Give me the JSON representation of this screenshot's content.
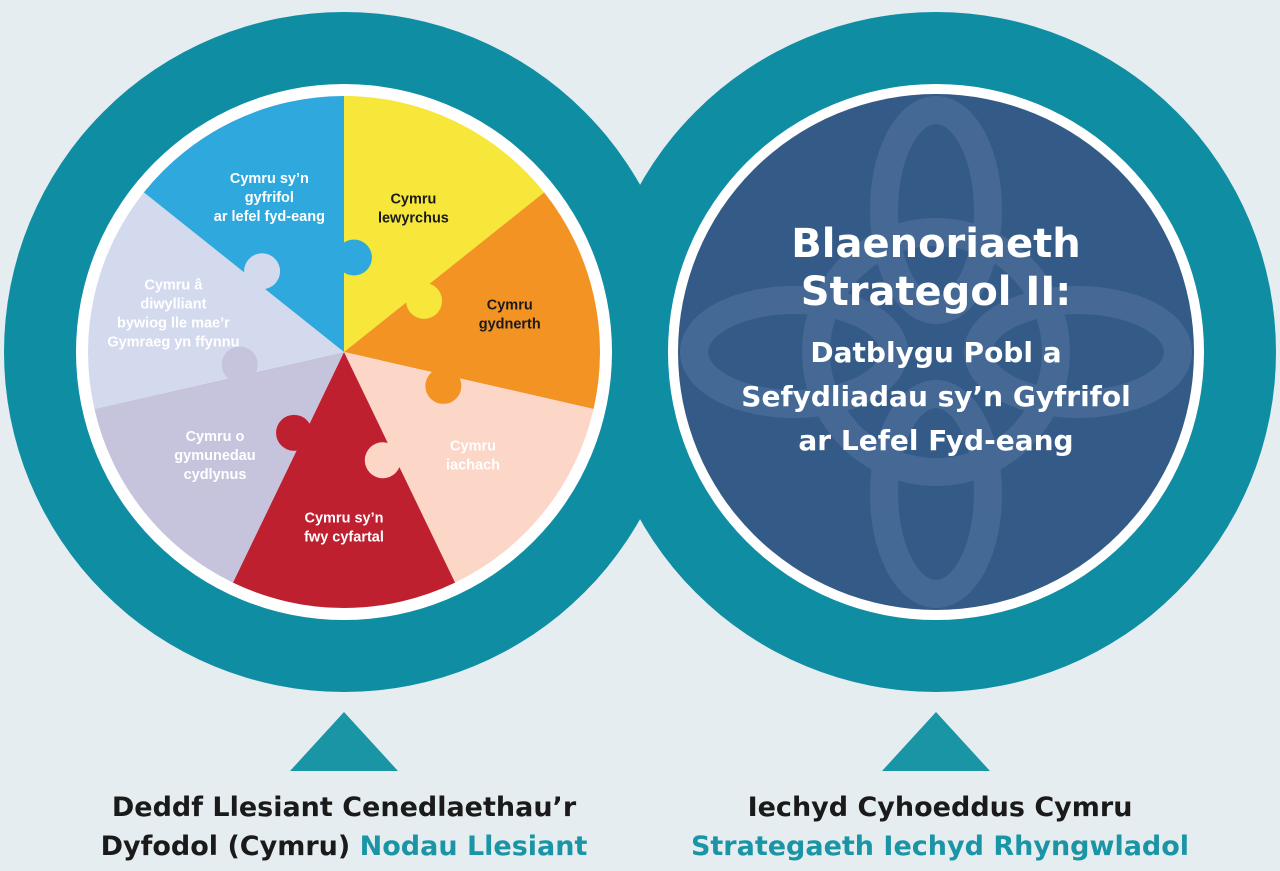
{
  "colors": {
    "background": "#e6edf0",
    "ring": "#0f8ea3",
    "right_disc": "#345a87",
    "accent_text": "#1a95a5"
  },
  "wheel": {
    "segments": [
      {
        "label": "Cymru\nlewyrchus",
        "color": "#f6e73a",
        "text_color": "#1a1a1a"
      },
      {
        "label": "Cymru\ngydnerth",
        "color": "#f39324",
        "text_color": "#1a1a1a"
      },
      {
        "label": "Cymru\niachach",
        "color": "#fcd7c8",
        "text_color": "#ffffff"
      },
      {
        "label": "Cymru sy’n\nfwy cyfartal",
        "color": "#bf2030",
        "text_color": "#ffffff"
      },
      {
        "label": "Cymru o\ngymunedau\ncydlynus",
        "color": "#c6c3dd",
        "text_color": "#ffffff"
      },
      {
        "label": "Cymru â\ndiwylliant\nbywiog lle mae’r\nGymraeg yn ffynnu",
        "color": "#d3daee",
        "text_color": "#ffffff"
      },
      {
        "label": "Cymru sy’n\ngyfrifol\nar lefel fyd-eang",
        "color": "#2ea8dd",
        "text_color": "#ffffff"
      }
    ]
  },
  "right_panel": {
    "heading_line1": "Blaenoriaeth",
    "heading_line2": "Strategol II:",
    "sub_line1": "Datblygu Pobl a",
    "sub_line2": "Sefydliadau sy’n Gyfrifol",
    "sub_line3": "ar Lefel Fyd-eang"
  },
  "captions": {
    "left_line1": "Deddf Llesiant Cenedlaethau’r",
    "left_line2_plain": "Dyfodol (Cymru)",
    "left_line2_accent": "Nodau Llesiant",
    "right_line1": "Iechyd Cyhoeddus Cymru",
    "right_line2_accent": "Strategaeth Iechyd Rhyngwladol"
  }
}
